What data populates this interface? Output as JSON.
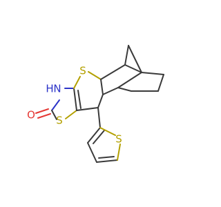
{
  "atoms": {
    "s1": "S",
    "s2": "S",
    "s3": "S",
    "n1": "N",
    "h1": "H",
    "o1": "O"
  },
  "colors": {
    "bond": "#3a3a3a",
    "sulfur": "#b3a000",
    "nitrogen": "#2b33c8",
    "oxygen": "#e53935",
    "background": "#ffffff"
  }
}
